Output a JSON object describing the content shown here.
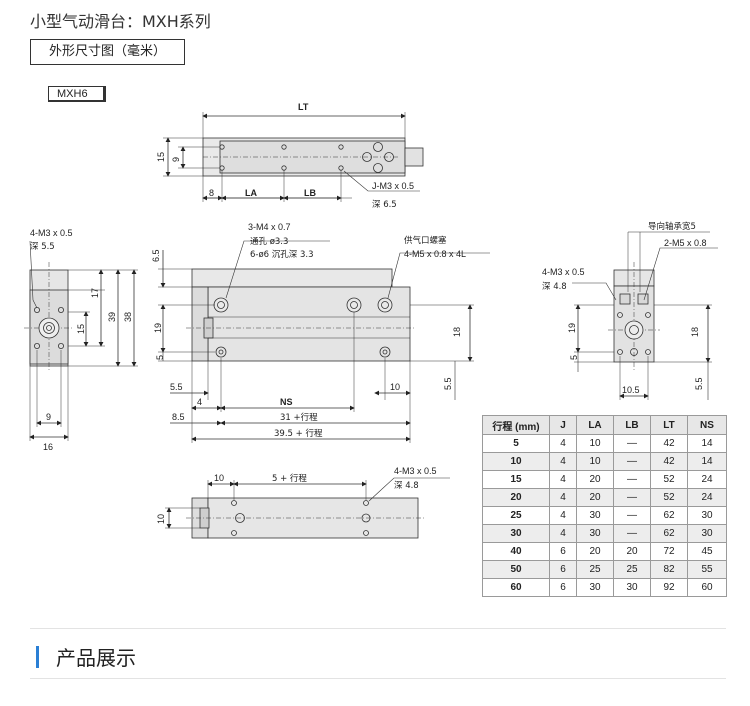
{
  "page": {
    "title": "小型气动滑台：MXH系列",
    "section": "外形尺寸图（毫米）",
    "model": "MXH6"
  },
  "top_view": {
    "dims": [
      "LT",
      "15",
      "9",
      "8",
      "LA",
      "LB"
    ],
    "callout": [
      "J-M3 x 0.5",
      "深 6.5"
    ]
  },
  "front_view": {
    "callouts": {
      "a": [
        "3-M4 x 0.7",
        "通孔 ø3.3",
        "6-ø6 沉孔深 3.3"
      ],
      "b": [
        "供气口螺塞",
        "4-M5 x 0.8 x 4L"
      ]
    },
    "dims": [
      "6.5",
      "19",
      "5",
      "18",
      "10",
      "5.5",
      "5.5",
      "4",
      "NS",
      "8.5",
      "31 +行程",
      "39.5 + 行程"
    ]
  },
  "left_view": {
    "callout": [
      "4-M3 x 0.5",
      "深 5.5"
    ],
    "dims": [
      "17",
      "15",
      "39",
      "38",
      "9",
      "16"
    ]
  },
  "right_view": {
    "callouts": {
      "a": [
        "导向轴承宽5"
      ],
      "b": [
        "2-M5 x 0.8"
      ],
      "c": [
        "4-M3 x 0.5",
        "深 4.8"
      ]
    },
    "dims": [
      "19",
      "5",
      "18",
      "10.5",
      "5.5"
    ]
  },
  "bottom_view": {
    "dims": [
      "10",
      "5 + 行程",
      "10"
    ],
    "callout": [
      "4-M3 x 0.5",
      "深 4.8"
    ]
  },
  "spec_table": {
    "headers": [
      "行程 (mm)",
      "J",
      "LA",
      "LB",
      "LT",
      "NS"
    ],
    "rows": [
      [
        "5",
        "4",
        "10",
        "—",
        "42",
        "14"
      ],
      [
        "10",
        "4",
        "10",
        "—",
        "42",
        "14"
      ],
      [
        "15",
        "4",
        "20",
        "—",
        "52",
        "24"
      ],
      [
        "20",
        "4",
        "20",
        "—",
        "52",
        "24"
      ],
      [
        "25",
        "4",
        "30",
        "—",
        "62",
        "30"
      ],
      [
        "30",
        "4",
        "30",
        "—",
        "62",
        "30"
      ],
      [
        "40",
        "6",
        "20",
        "20",
        "72",
        "45"
      ],
      [
        "50",
        "6",
        "25",
        "25",
        "82",
        "55"
      ],
      [
        "60",
        "6",
        "30",
        "30",
        "92",
        "60"
      ]
    ]
  },
  "display": {
    "heading": "产品展示"
  }
}
